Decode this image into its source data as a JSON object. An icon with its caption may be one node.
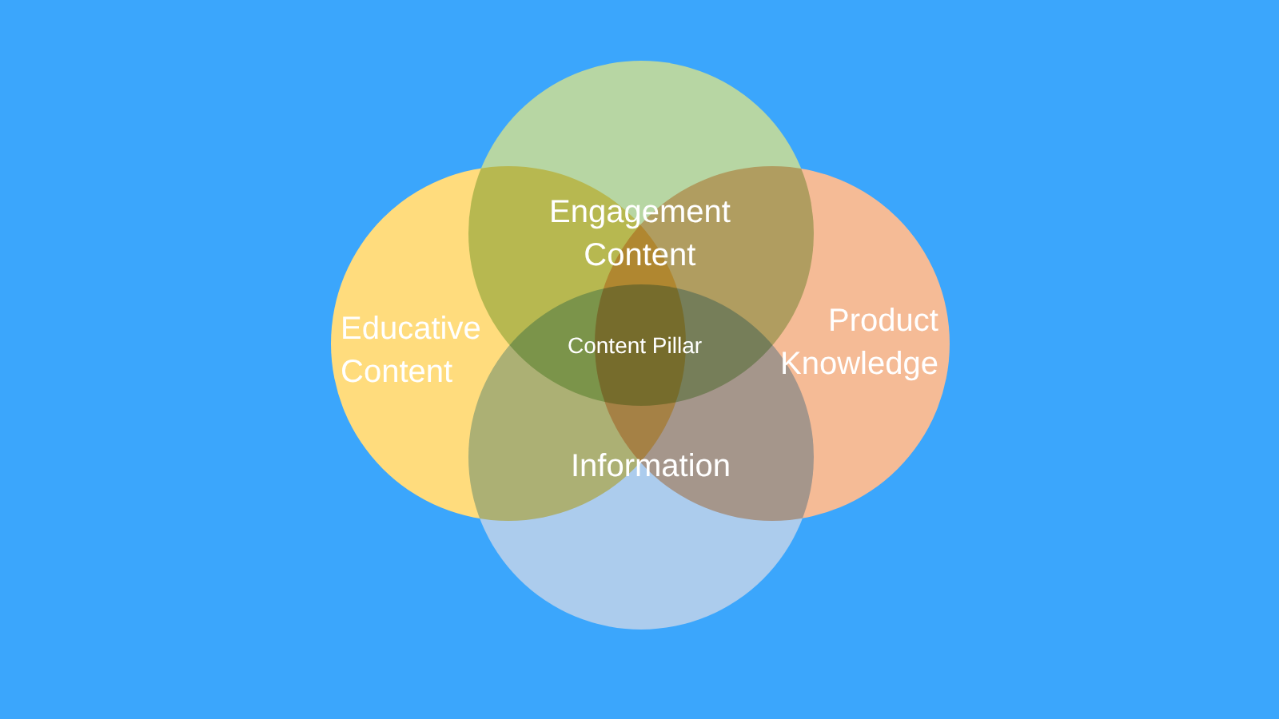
{
  "diagram": {
    "nodes": [
      {
        "text": [
          "Engagement Content"
        ]
      },
      {
        "text": [
          "Educative Content"
        ]
      },
      {
        "text": [
          "Product Knowledge"
        ]
      },
      {
        "text": [
          "Information"
        ]
      }
    ],
    "labels": [
      "Content Pillar"
    ]
  }
}
